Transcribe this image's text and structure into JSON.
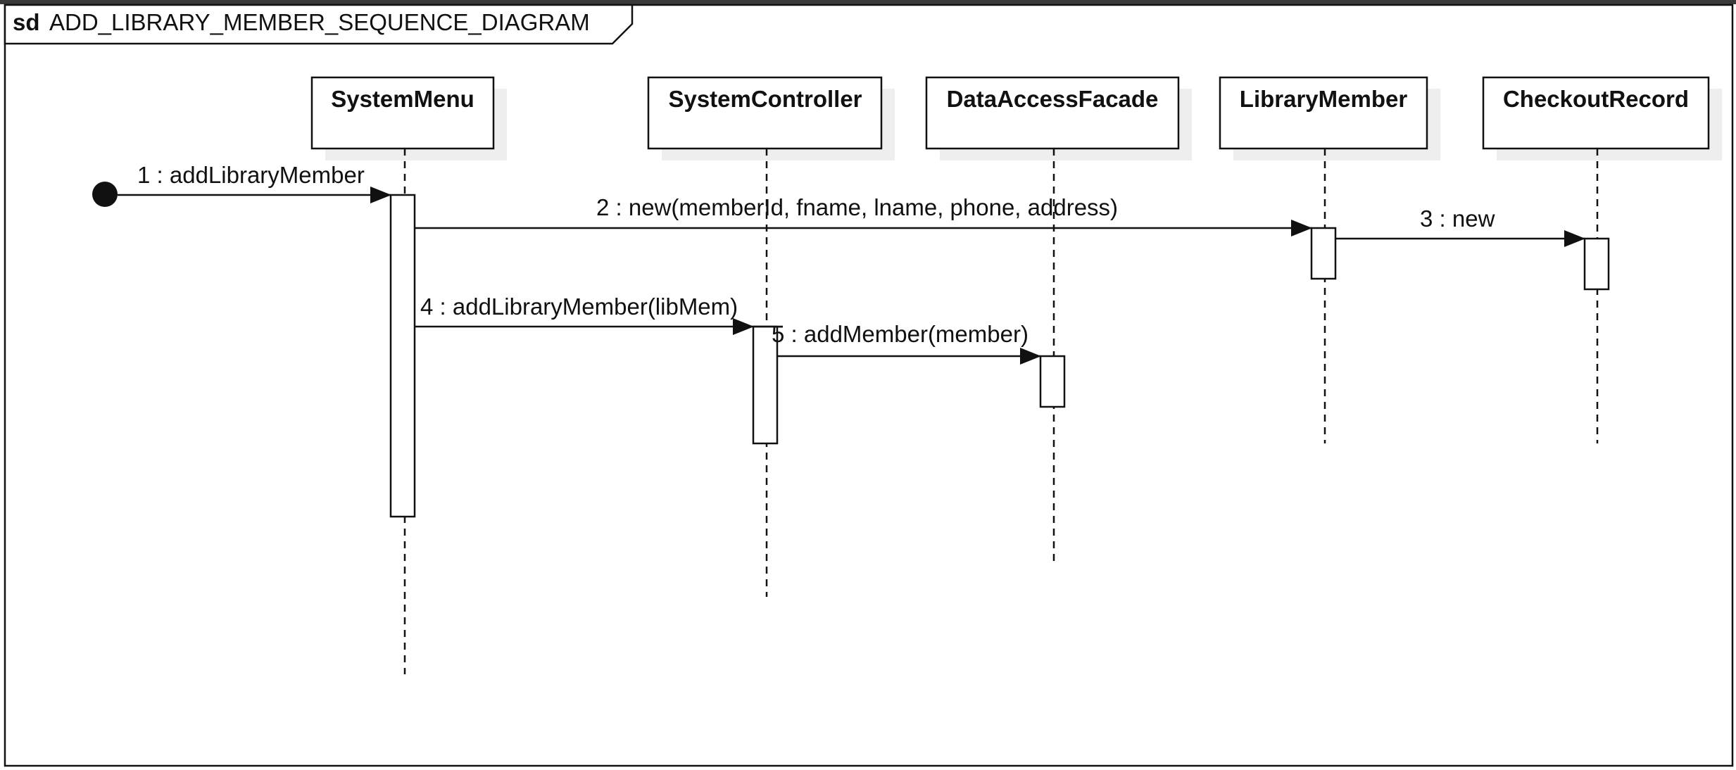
{
  "frame": {
    "keyword": "sd",
    "title": "ADD_LIBRARY_MEMBER_SEQUENCE_DIAGRAM"
  },
  "lifelines": [
    {
      "id": "system-menu",
      "name": "SystemMenu"
    },
    {
      "id": "system-controller",
      "name": "SystemController"
    },
    {
      "id": "data-access-facade",
      "name": "DataAccessFacade"
    },
    {
      "id": "library-member",
      "name": "LibraryMember"
    },
    {
      "id": "checkout-record",
      "name": "CheckoutRecord"
    }
  ],
  "messages": [
    {
      "seq": 1,
      "label": "1 : addLibraryMember",
      "from": "initial",
      "to": "system-menu"
    },
    {
      "seq": 2,
      "label": "2 : new(memberId, fname, lname, phone, address)",
      "from": "system-menu",
      "to": "library-member"
    },
    {
      "seq": 3,
      "label": "3 : new",
      "from": "library-member",
      "to": "checkout-record"
    },
    {
      "seq": 4,
      "label": "4 : addLibraryMember(libMem)",
      "from": "system-menu",
      "to": "system-controller"
    },
    {
      "seq": 5,
      "label": "5 : addMember(member)",
      "from": "system-controller",
      "to": "data-access-facade"
    }
  ],
  "colors": {
    "line": "#111111",
    "shadow": "#eeeeee",
    "background": "#ffffff"
  }
}
